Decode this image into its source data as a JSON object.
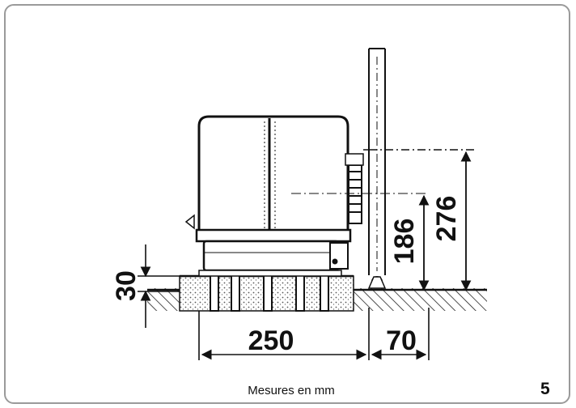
{
  "diagram": {
    "dimensions": {
      "base_height": "30",
      "shaft_height": "186",
      "total_height": "276",
      "width": "250",
      "offset": "70"
    },
    "caption": "Mesures en mm",
    "figure_number": "5"
  }
}
